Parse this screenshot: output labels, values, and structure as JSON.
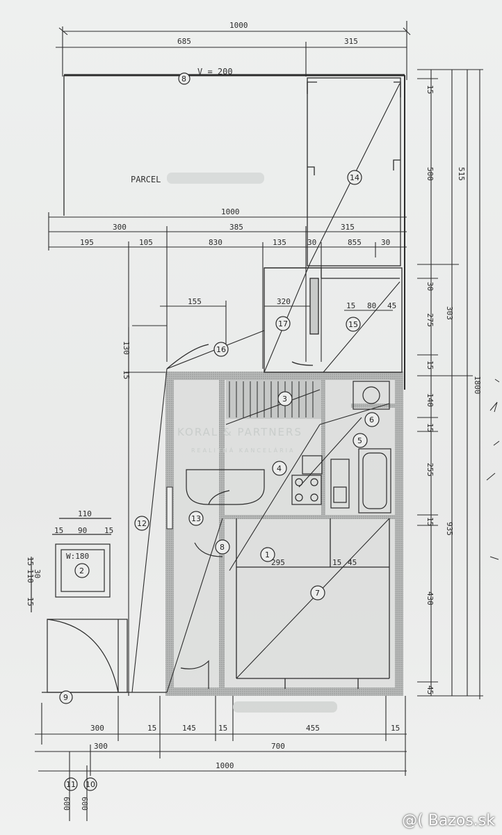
{
  "plan": {
    "parcel_label": "PARCEL",
    "level_label": "V = 200",
    "level_marker": "8",
    "watermark_line1": "KORAL & PARTNERS",
    "watermark_line2": "REALITNÁ KANCELÁRIA",
    "top_dims": {
      "overall": "1000",
      "left_part": "685",
      "right_part": "315"
    },
    "mid_dims": {
      "overall": "1000",
      "row1": [
        "300",
        "385",
        "315"
      ],
      "row2": [
        "195",
        "105",
        "830",
        "135",
        "30",
        "855",
        "30"
      ],
      "row3": [
        "155",
        "320",
        "15",
        "80",
        "45"
      ]
    },
    "right_dims": [
      "15",
      "500",
      "515",
      "30",
      "275",
      "15",
      "140",
      "15",
      "255",
      "15",
      "430",
      "45",
      "303",
      "935",
      "1800"
    ],
    "left_dims": [
      "130",
      "15"
    ],
    "inner_dims": [
      "295",
      "15",
      "45"
    ],
    "bottom_dims": {
      "row1": [
        "300",
        "15",
        "145",
        "15",
        "455",
        "15"
      ],
      "row2": [
        "300",
        "700"
      ],
      "overall": "1000",
      "elev": [
        "600",
        "600"
      ]
    },
    "detail_dims": {
      "top": "110",
      "sub": [
        "15",
        "90",
        "15"
      ],
      "label": "W:180",
      "side": [
        "15",
        "110",
        "30",
        "15"
      ]
    },
    "room_markers": [
      "1",
      "2",
      "3",
      "4",
      "5",
      "6",
      "7",
      "8",
      "9",
      "10",
      "11",
      "12",
      "13",
      "14",
      "15",
      "16",
      "17"
    ],
    "room_marker_text": {
      "m14": "14",
      "m17": "17",
      "m15": "15",
      "m16": "16",
      "m3": "3",
      "m6": "6",
      "m5": "5",
      "m4": "4",
      "m12": "12",
      "m13": "13",
      "m1": "1",
      "m7": "7",
      "m2": "2",
      "m8": "8",
      "m9": "9",
      "m10": "10",
      "m11": "11",
      "m18": "8"
    }
  },
  "footer": {
    "site": "@( Bazos.sk"
  },
  "colors": {
    "ink": "#2b2b2b",
    "wall": "#8d8f8e",
    "paper": "#ecedec"
  }
}
